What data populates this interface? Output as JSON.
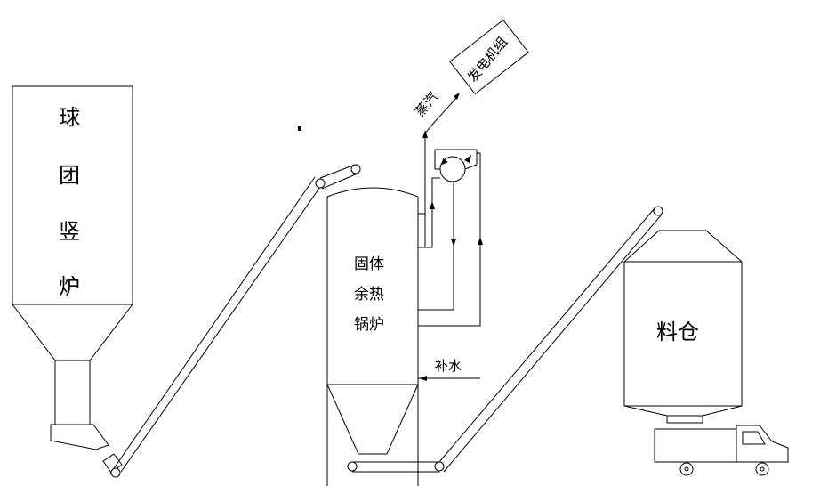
{
  "labels": {
    "shaft_furnace": [
      "球",
      "团",
      "竖",
      "炉"
    ],
    "boiler": [
      "固体",
      "余热",
      "锅炉"
    ],
    "generator": "发电机组",
    "steam": "蒸汽",
    "makeup_water": "补水",
    "silo": "料仓"
  }
}
